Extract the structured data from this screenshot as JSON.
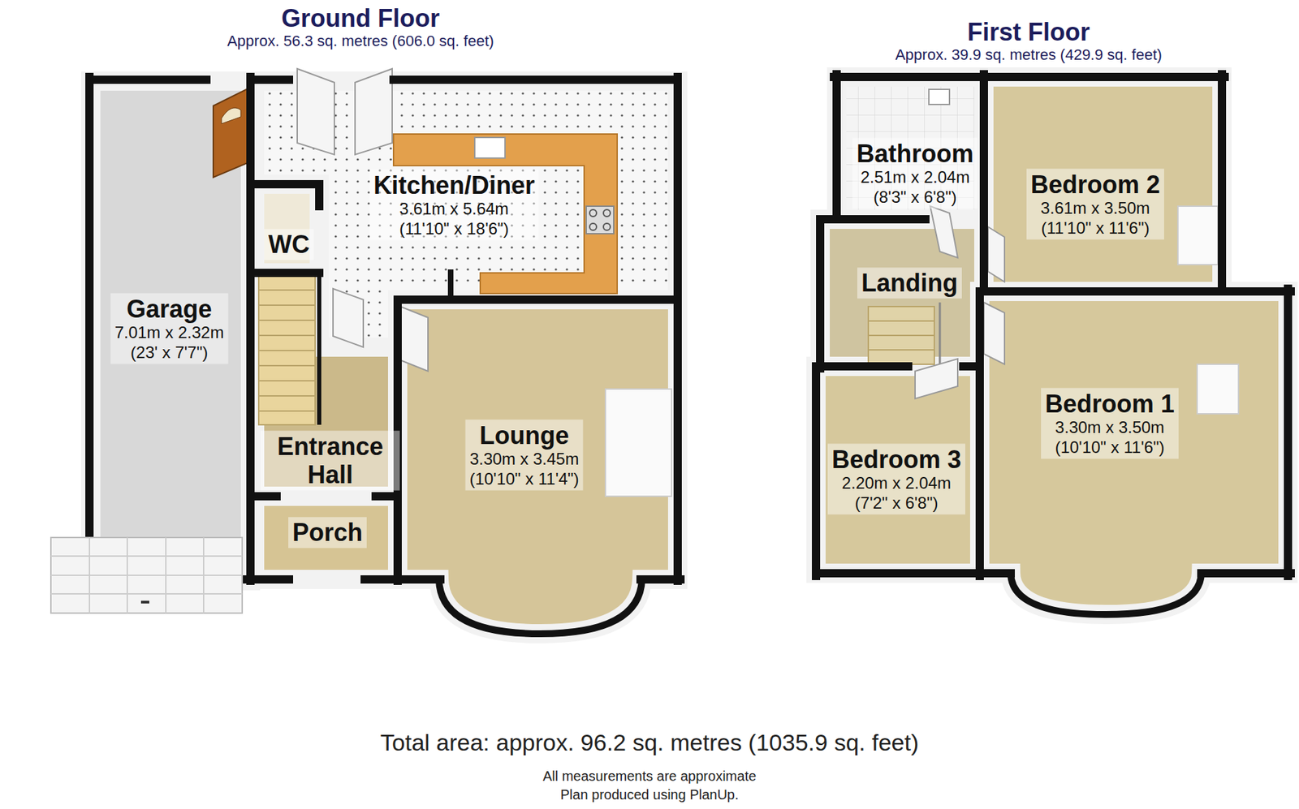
{
  "diagram": {
    "caption": "Total area: approx. 96.2 sq. metres (1035.9 sq. feet)",
    "nodes": [
      {
        "text": [
          "Ground Floor",
          "Approx. 56.3 sq. metres (606.0 sq. feet)"
        ]
      },
      {
        "text": [
          "Garage",
          "7.01m x 2.32m",
          "(23' x 7'7\")"
        ],
        "in": 0
      },
      {
        "text": [
          "Kitchen/Diner",
          "3.61m x 5.64m",
          "(11'10\" x 18'6\")"
        ],
        "in": 0
      },
      {
        "text": [
          "WC"
        ],
        "in": 0
      },
      {
        "text": [
          "Entrance Hall"
        ],
        "in": 0
      },
      {
        "text": [
          "Porch"
        ],
        "in": 0
      },
      {
        "text": [
          "Lounge",
          "3.30m x 3.45m",
          "(10'10\" x 11'4\")"
        ],
        "in": 0
      },
      {
        "text": [
          "First Floor",
          "Approx. 39.9 sq. metres (429.9 sq. feet)"
        ]
      },
      {
        "text": [
          "Bathroom",
          "2.51m x 2.04m",
          "(8'3\" x 6'8\")"
        ],
        "in": 7
      },
      {
        "text": [
          "Bedroom 2",
          "3.61m x 3.50m",
          "(11'10\" x 11'6\")"
        ],
        "in": 7
      },
      {
        "text": [
          "Landing"
        ],
        "in": 7
      },
      {
        "text": [
          "Bedroom 3",
          "2.20m x 2.04m",
          "(7'2\" x 6'8\")"
        ],
        "in": 7
      },
      {
        "text": [
          "Bedroom 1",
          "3.30m x 3.50m",
          "(10'10\" x 11'6\")"
        ],
        "in": 7
      }
    ],
    "labels": [
      "All measurements are approximate",
      "Plan produced using PlanUp."
    ]
  }
}
